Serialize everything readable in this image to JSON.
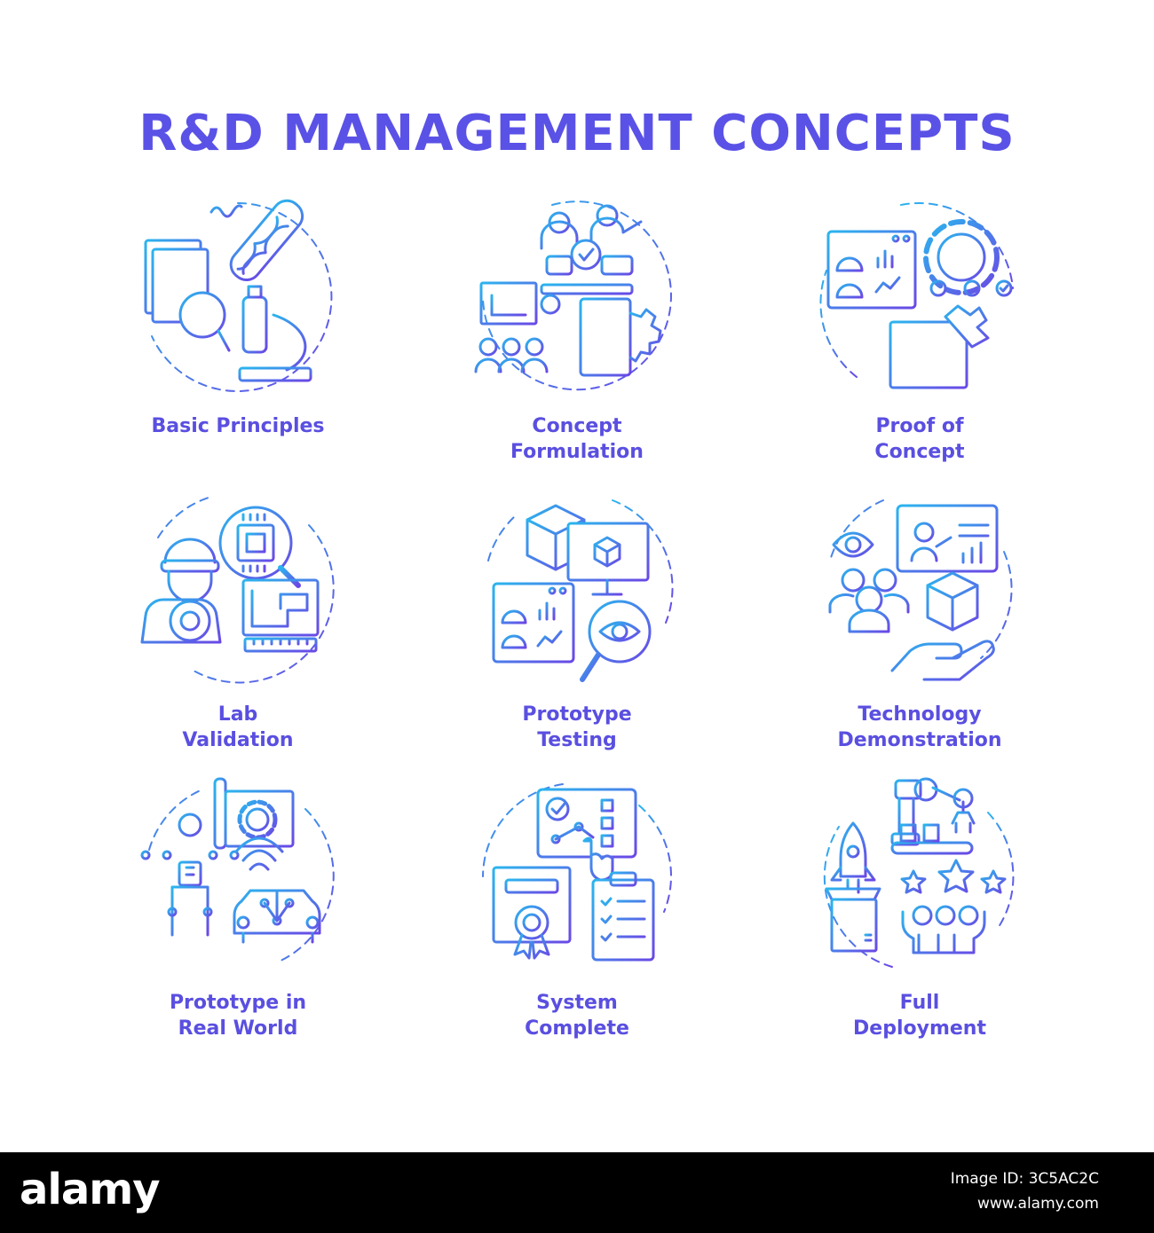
{
  "title": "R&D MANAGEMENT CONCEPTS",
  "colors": {
    "gradient_start": "#2bb5ee",
    "gradient_end": "#6a48e6",
    "title": "#5a52e6",
    "label": "#5a4fe0"
  },
  "concepts": [
    {
      "line1": "Basic Principles",
      "line2": "",
      "icon": "microscope-research-icon"
    },
    {
      "line1": "Concept",
      "line2": "Formulation",
      "icon": "team-idea-icon"
    },
    {
      "line1": "Proof of",
      "line2": "Concept",
      "icon": "dashboard-gear-puzzle-icon"
    },
    {
      "line1": "Lab",
      "line2": "Validation",
      "icon": "engineer-chip-blueprint-icon"
    },
    {
      "line1": "Prototype",
      "line2": "Testing",
      "icon": "cube-monitor-eye-icon"
    },
    {
      "line1": "Technology",
      "line2": "Demonstration",
      "icon": "presentation-cube-hand-icon"
    },
    {
      "line1": "Prototype in",
      "line2": "Real World",
      "icon": "robot-car-icon"
    },
    {
      "line1": "System",
      "line2": "Complete",
      "icon": "certificate-checklist-icon"
    },
    {
      "line1": "Full",
      "line2": "Deployment",
      "icon": "rocket-robot-arm-icon"
    }
  ],
  "footer": {
    "logo": "alamy",
    "image_id": "Image ID: 3C5AC2C",
    "url": "www.alamy.com"
  }
}
